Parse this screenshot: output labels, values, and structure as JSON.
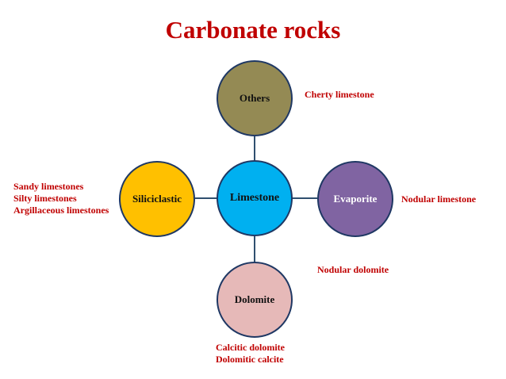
{
  "title": "Carbonate rocks",
  "colors": {
    "title": "#c00000",
    "note_text": "#c00000",
    "node_border": "#1f3864",
    "connector": "#2f4f6f"
  },
  "nodes": {
    "others": {
      "label": "Others",
      "fill": "#948a54",
      "text": "#111111"
    },
    "siliciclastic": {
      "label": "Siliciclastic",
      "fill": "#ffc000",
      "text": "#111111"
    },
    "limestone": {
      "label": "Limestone",
      "fill": "#00b0f0",
      "text": "#111111"
    },
    "evaporite": {
      "label": "Evaporite",
      "fill": "#8064a2",
      "text": "#ffffff"
    },
    "dolomite": {
      "label": "Dolomite",
      "fill": "#e6b9b8",
      "text": "#111111"
    }
  },
  "notes": {
    "others": [
      "Cherty limestone"
    ],
    "siliciclastic": [
      "Sandy limestones",
      "Silty limestones",
      "Argillaceous limestones"
    ],
    "evaporite": [
      "Nodular limestone"
    ],
    "dolomite_upper": [
      "Nodular dolomite"
    ],
    "dolomite_lower": [
      "Calcitic dolomite",
      "Dolomitic calcite"
    ]
  }
}
